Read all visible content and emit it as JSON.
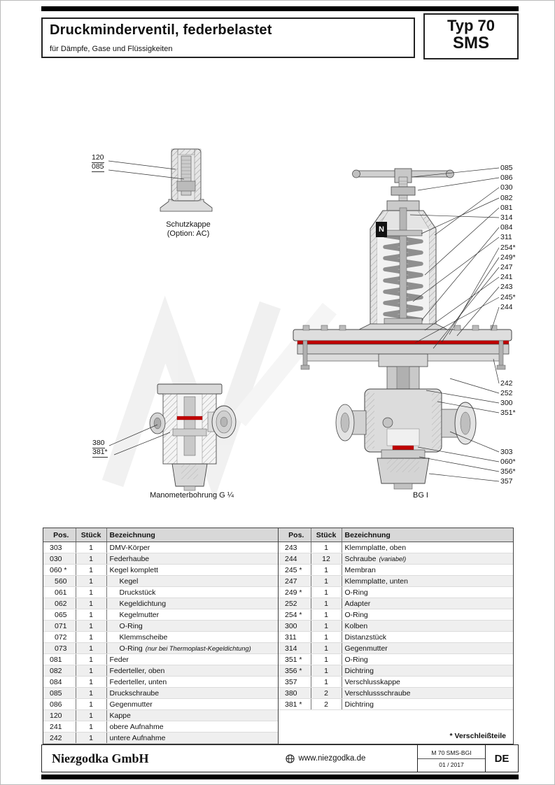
{
  "header": {
    "title": "Druckminderventil, federbelastet",
    "subtitle": "für Dämpfe, Gase und Flüssigkeiten",
    "type_line1": "Typ 70",
    "type_line2": "SMS"
  },
  "diagram": {
    "brand_mark": "N",
    "labels": {
      "schutzkappe": "Schutzkappe",
      "schutzkappe_option": "(Option: AC)",
      "manometer": "Manometerbohrung G ¼",
      "bg": "BG I"
    },
    "callouts": {
      "schutzkappe": [
        "120",
        "085"
      ],
      "right_top": [
        "085",
        "086",
        "030",
        "082",
        "081",
        "314",
        "084",
        "311",
        "254*",
        "249*",
        "247",
        "241",
        "243",
        "245*",
        "244"
      ],
      "right_mid": [
        "242",
        "252",
        "300",
        "351*"
      ],
      "right_bottom": [
        "303",
        "060*",
        "356*",
        "357"
      ],
      "manometer": [
        "380",
        "381*"
      ]
    }
  },
  "table": {
    "headers": {
      "pos": "Pos.",
      "qty": "Stück",
      "name": "Bezeichnung"
    },
    "left_rows": [
      {
        "pos": "303",
        "qty": "1",
        "name": "DMV-Körper"
      },
      {
        "pos": "030",
        "qty": "1",
        "name": "Federhaube"
      },
      {
        "pos": "060 *",
        "qty": "1",
        "name": "Kegel komplett"
      },
      {
        "pos": "560",
        "qty": "1",
        "name": "Kegel",
        "indent": true
      },
      {
        "pos": "061",
        "qty": "1",
        "name": "Druckstück",
        "indent": true
      },
      {
        "pos": "062",
        "qty": "1",
        "name": "Kegeldichtung",
        "indent": true
      },
      {
        "pos": "065",
        "qty": "1",
        "name": "Kegelmutter",
        "indent": true
      },
      {
        "pos": "071",
        "qty": "1",
        "name": "O-Ring",
        "indent": true
      },
      {
        "pos": "072",
        "qty": "1",
        "name": "Klemmscheibe",
        "indent": true
      },
      {
        "pos": "073",
        "qty": "1",
        "name": "O-Ring",
        "note": "(nur bei Thermoplast-Kegeldichtung)",
        "indent": true
      },
      {
        "pos": "081",
        "qty": "1",
        "name": "Feder"
      },
      {
        "pos": "082",
        "qty": "1",
        "name": "Federteller, oben"
      },
      {
        "pos": "084",
        "qty": "1",
        "name": "Federteller, unten"
      },
      {
        "pos": "085",
        "qty": "1",
        "name": "Druckschraube"
      },
      {
        "pos": "086",
        "qty": "1",
        "name": "Gegenmutter"
      },
      {
        "pos": "120",
        "qty": "1",
        "name": "Kappe"
      },
      {
        "pos": "241",
        "qty": "1",
        "name": "obere Aufnahme"
      },
      {
        "pos": "242",
        "qty": "1",
        "name": "untere Aufnahme"
      }
    ],
    "right_rows": [
      {
        "pos": "243",
        "qty": "1",
        "name": "Klemmplatte, oben"
      },
      {
        "pos": "244",
        "qty": "12",
        "name": "Schraube",
        "note": "(variabel)"
      },
      {
        "pos": "245 *",
        "qty": "1",
        "name": "Membran"
      },
      {
        "pos": "247",
        "qty": "1",
        "name": "Klemmplatte, unten"
      },
      {
        "pos": "249 *",
        "qty": "1",
        "name": "O-Ring"
      },
      {
        "pos": "252",
        "qty": "1",
        "name": "Adapter"
      },
      {
        "pos": "254 *",
        "qty": "1",
        "name": "O-Ring"
      },
      {
        "pos": "300",
        "qty": "1",
        "name": "Kolben"
      },
      {
        "pos": "311",
        "qty": "1",
        "name": "Distanzstück"
      },
      {
        "pos": "314",
        "qty": "1",
        "name": "Gegenmutter"
      },
      {
        "pos": "351 *",
        "qty": "1",
        "name": "O-Ring"
      },
      {
        "pos": "356 *",
        "qty": "1",
        "name": "Dichtring"
      },
      {
        "pos": "357",
        "qty": "1",
        "name": "Verschlusskappe"
      },
      {
        "pos": "380",
        "qty": "2",
        "name": "Verschlussschraube"
      },
      {
        "pos": "381 *",
        "qty": "2",
        "name": "Dichtring"
      }
    ],
    "footnote": "* Verschleißteile"
  },
  "footer": {
    "company": "Niezgodka GmbH",
    "website": "www.niezgodka.de",
    "doc_code": "M 70 SMS-BGI",
    "doc_date": "01 / 2017",
    "lang": "DE"
  },
  "colors": {
    "membrane_red": "#c00000",
    "seal_red": "#c00000"
  }
}
